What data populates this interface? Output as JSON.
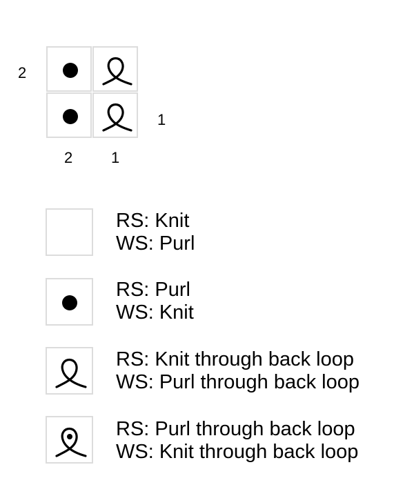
{
  "chart": {
    "rows": [
      {
        "label": "2",
        "cells": [
          "purl",
          "knit-tbl"
        ]
      },
      {
        "label": "1",
        "cells": [
          "purl",
          "knit-tbl"
        ]
      }
    ],
    "columns": [
      "2",
      "1"
    ],
    "row_labels": {
      "row2": "2",
      "row1": "1"
    }
  },
  "legend": [
    {
      "symbol": "blank",
      "rs": "RS: Knit",
      "ws": "WS: Purl"
    },
    {
      "symbol": "dot",
      "rs": "RS: Purl",
      "ws": "WS: Knit"
    },
    {
      "symbol": "loop",
      "rs": "RS: Knit through back loop",
      "ws": "WS: Purl through back loop"
    },
    {
      "symbol": "loop-dot",
      "rs": "RS: Purl through back loop",
      "ws": "WS: Knit through back loop"
    }
  ],
  "colors": {
    "grid": "#dcdcdc",
    "symbol": "#000000",
    "background": "#ffffff"
  }
}
